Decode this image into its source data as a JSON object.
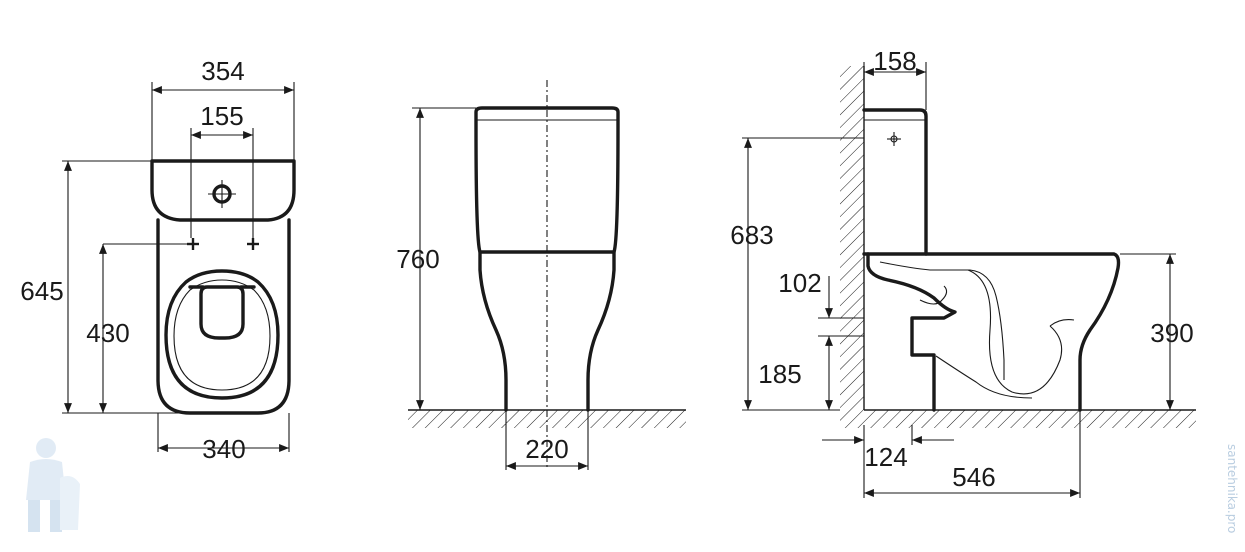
{
  "diagram": {
    "top_view": {
      "dims": {
        "width_top": "354",
        "bolt_spacing": "155",
        "depth": "645",
        "fixing_distance": "430",
        "width_bottom": "340"
      }
    },
    "front_view": {
      "dims": {
        "height": "760",
        "base_width": "220"
      }
    },
    "side_view": {
      "dims": {
        "tank_depth": "158",
        "inlet_height": "683",
        "gap_102": "102",
        "gap_185": "185",
        "seat_height": "390",
        "outlet_offset": "124",
        "total_length": "546"
      }
    },
    "watermark": {
      "text": "santehnika.pro"
    },
    "colors": {
      "line": "#1a1a1a",
      "watermark": "#b9cde0",
      "background": "#ffffff"
    }
  }
}
